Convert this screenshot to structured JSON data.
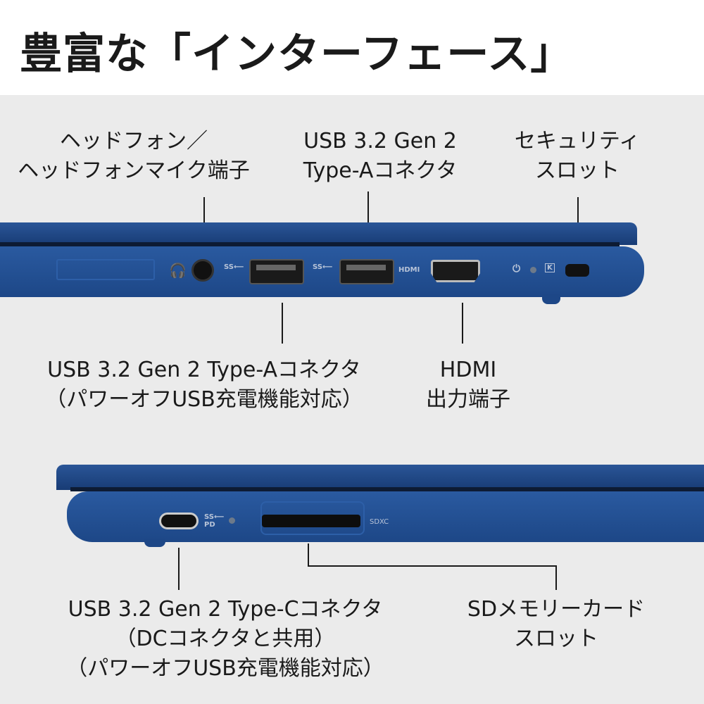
{
  "title": "豊富な「インターフェース」",
  "labels": {
    "headphone": [
      "ヘッドフォン／",
      "ヘッドフォンマイク端子"
    ],
    "usb_a_top": [
      "USB 3.2 Gen 2",
      "Type-Aコネクタ"
    ],
    "security": [
      "セキュリティ",
      "スロット"
    ],
    "usb_a_bottom": [
      "USB 3.2 Gen 2 Type-Aコネクタ",
      "（パワーオフUSB充電機能対応）"
    ],
    "hdmi": [
      "HDMI",
      "出力端子"
    ],
    "usb_c": [
      "USB 3.2 Gen 2 Type-Cコネクタ",
      "（DCコネクタと共用）",
      "（パワーオフUSB充電機能対応）"
    ],
    "sd": [
      "SDメモリーカード",
      "スロット"
    ]
  },
  "port_marks": {
    "ss": "SS⟵",
    "hdmi": "HDMI",
    "pd": "SS⟵ PD",
    "sdxc": "SDXC",
    "kensington": "K"
  },
  "colors": {
    "chassis": "#1f4a8c",
    "background": "#ebebeb"
  }
}
